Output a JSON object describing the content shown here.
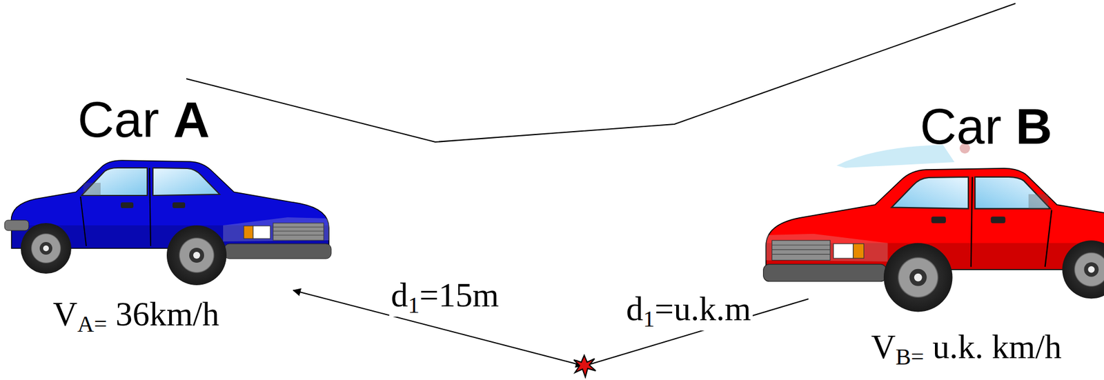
{
  "diagram": {
    "labels": [
      "Car A",
      "Car B",
      "VA= 36km/h",
      "d1=15m",
      "d1=u.k.m",
      "VB= u.k. km/h"
    ]
  }
}
